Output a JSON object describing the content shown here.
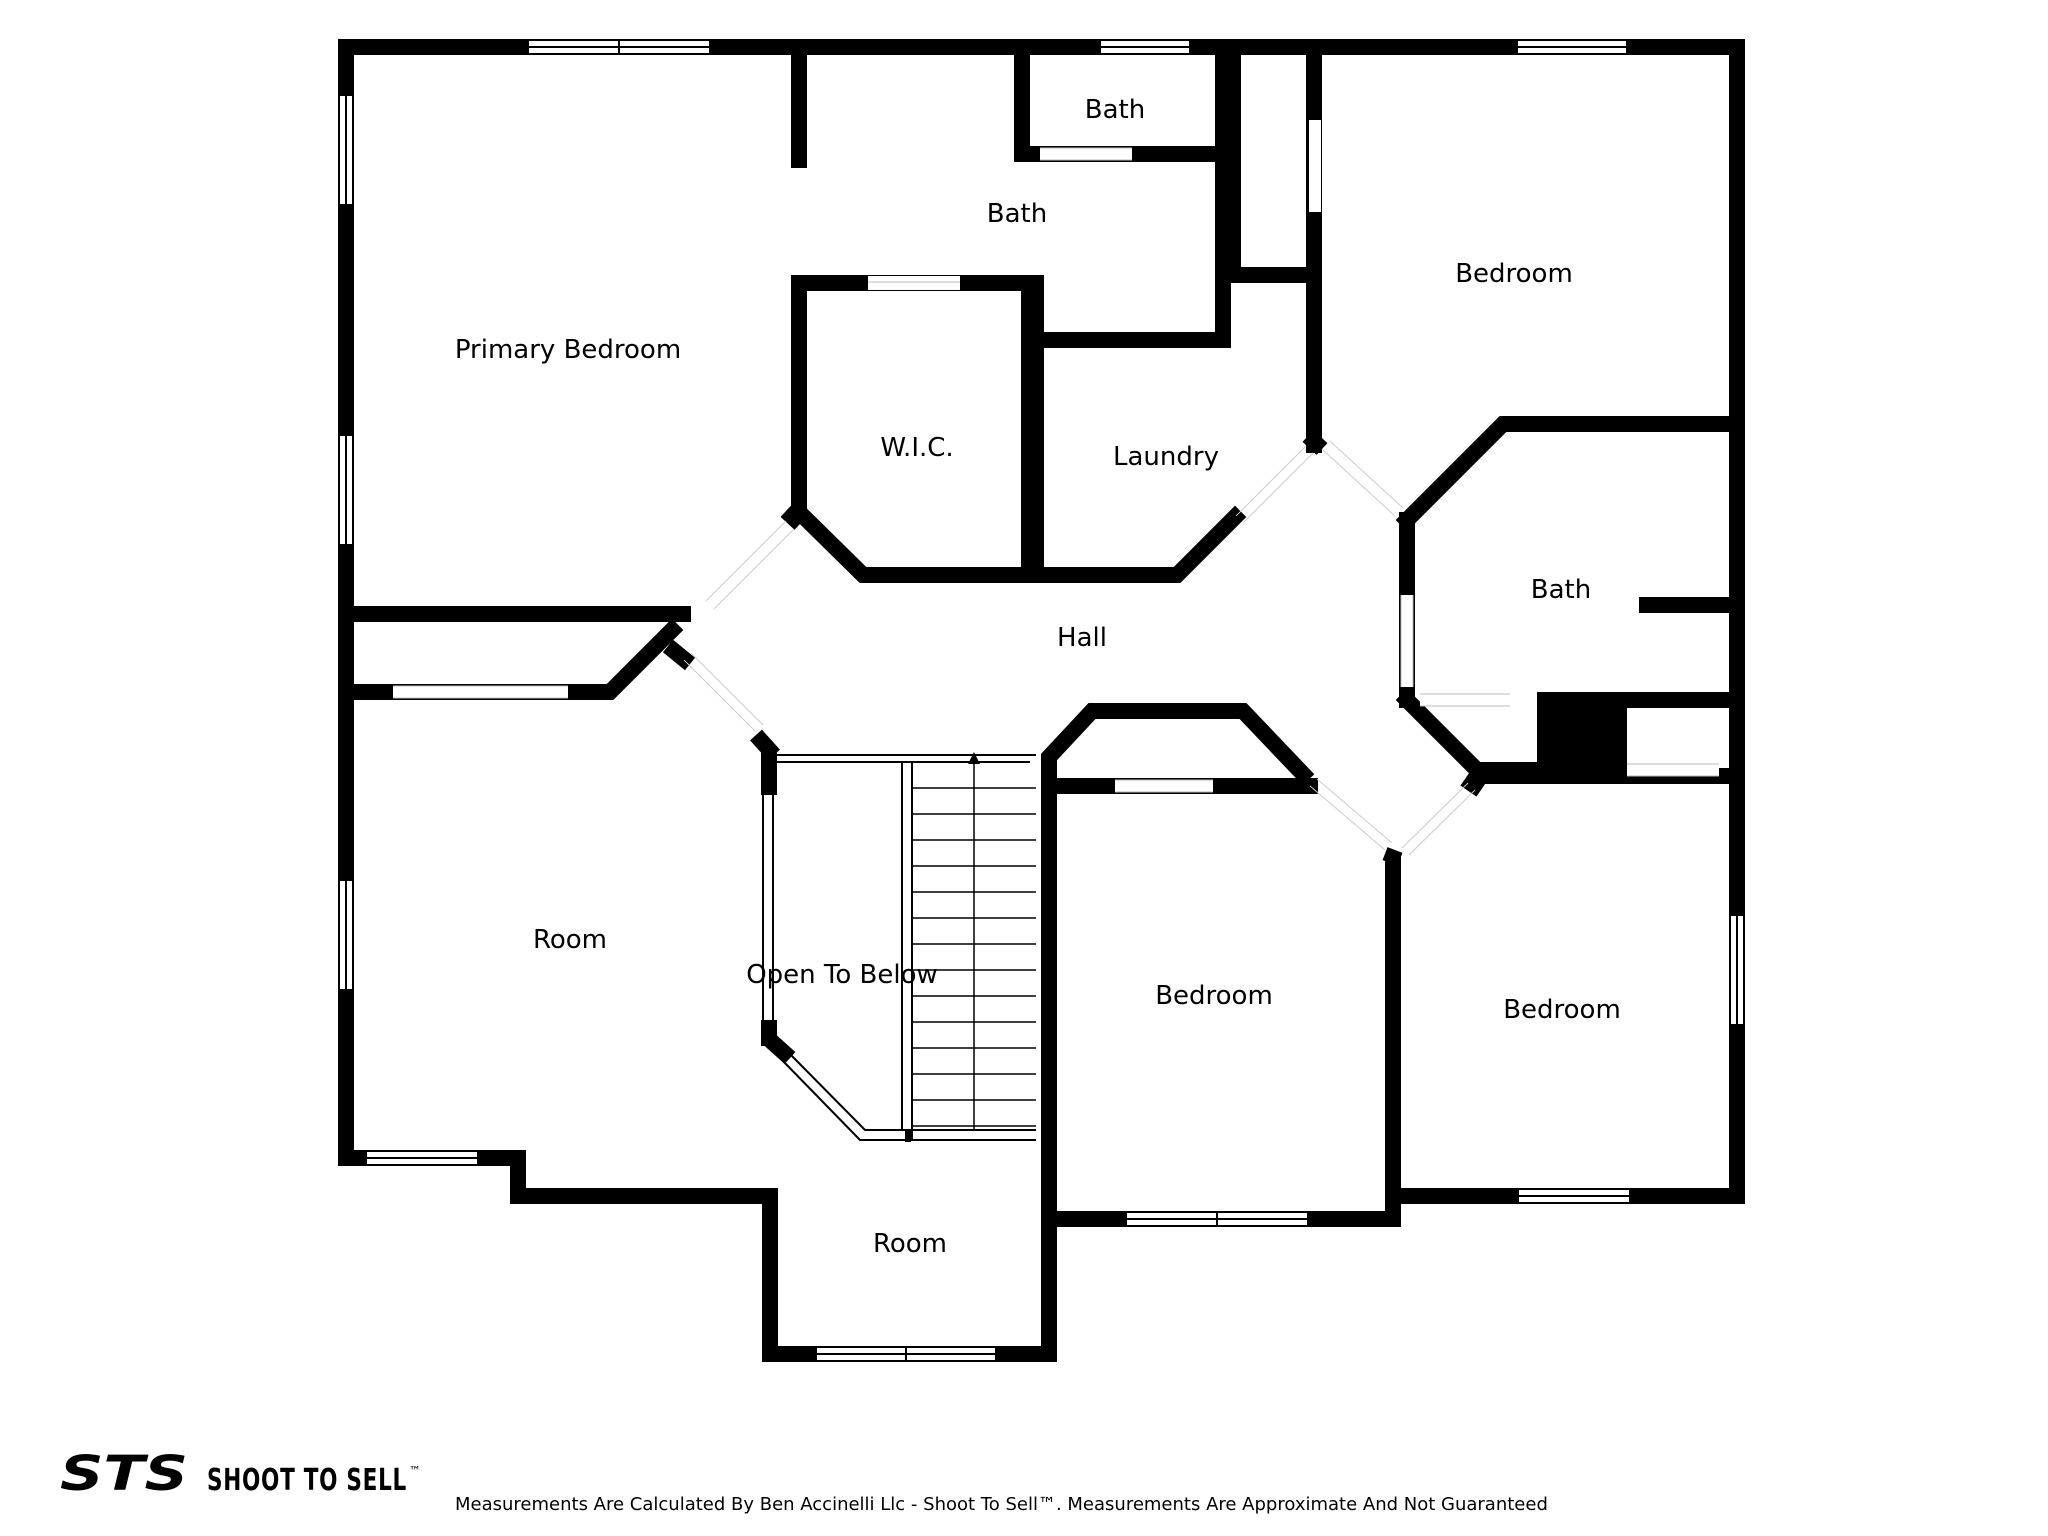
{
  "rooms": {
    "primary_bedroom": "Primary Bedroom",
    "bath_top_small": "Bath",
    "bath_primary": "Bath",
    "wic": "W.I.C.",
    "laundry": "Laundry",
    "bedroom_ne": "Bedroom",
    "bath_east": "Bath",
    "hall": "Hall",
    "room_west": "Room",
    "open_to_below": "Open To Below",
    "bedroom_center": "Bedroom",
    "bedroom_se": "Bedroom",
    "room_south": "Room"
  },
  "branding": {
    "logo_mark": "STS",
    "logo_text": "SHOOT TO SELL",
    "trademark": "™",
    "disclaimer": "Measurements Are Calculated By Ben Accinelli Llc - Shoot To Sell™. Measurements Are Approximate And Not Guaranteed"
  }
}
